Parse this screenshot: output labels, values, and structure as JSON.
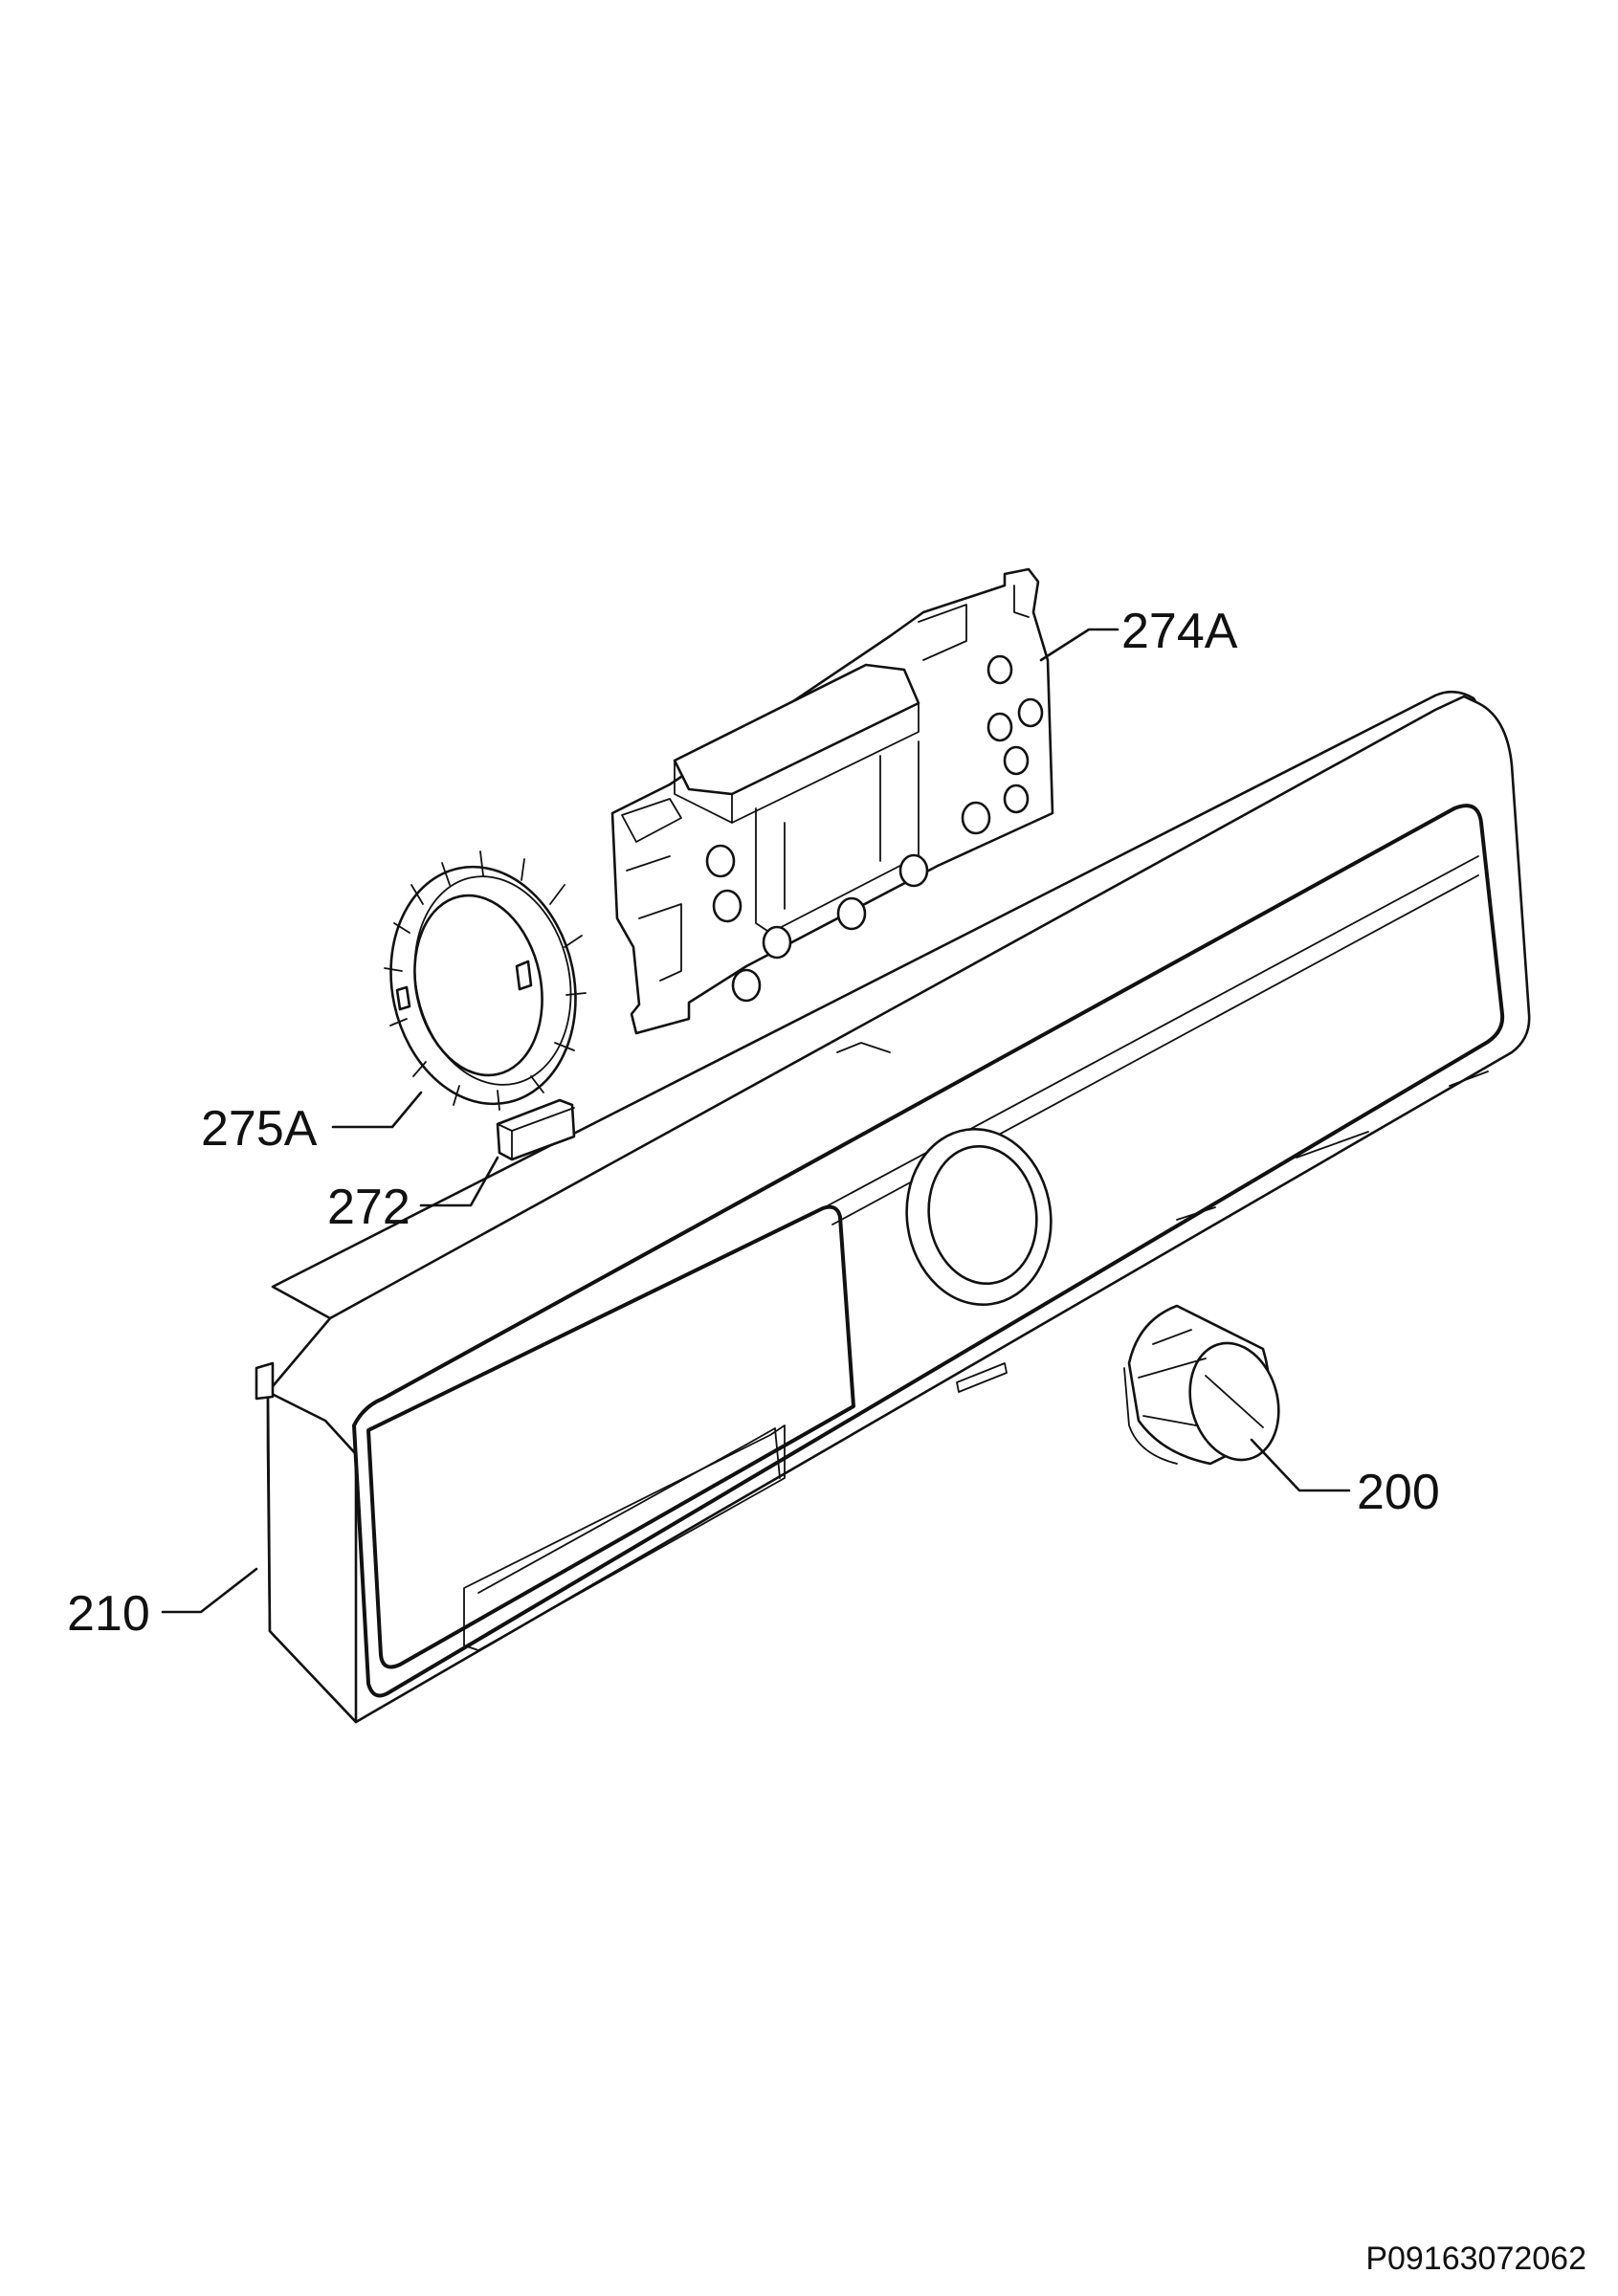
{
  "callouts": {
    "part_274A": "274A",
    "part_275A": "275A",
    "part_272": "272",
    "part_200": "200",
    "part_210": "210"
  },
  "document_id": "P09163072062"
}
